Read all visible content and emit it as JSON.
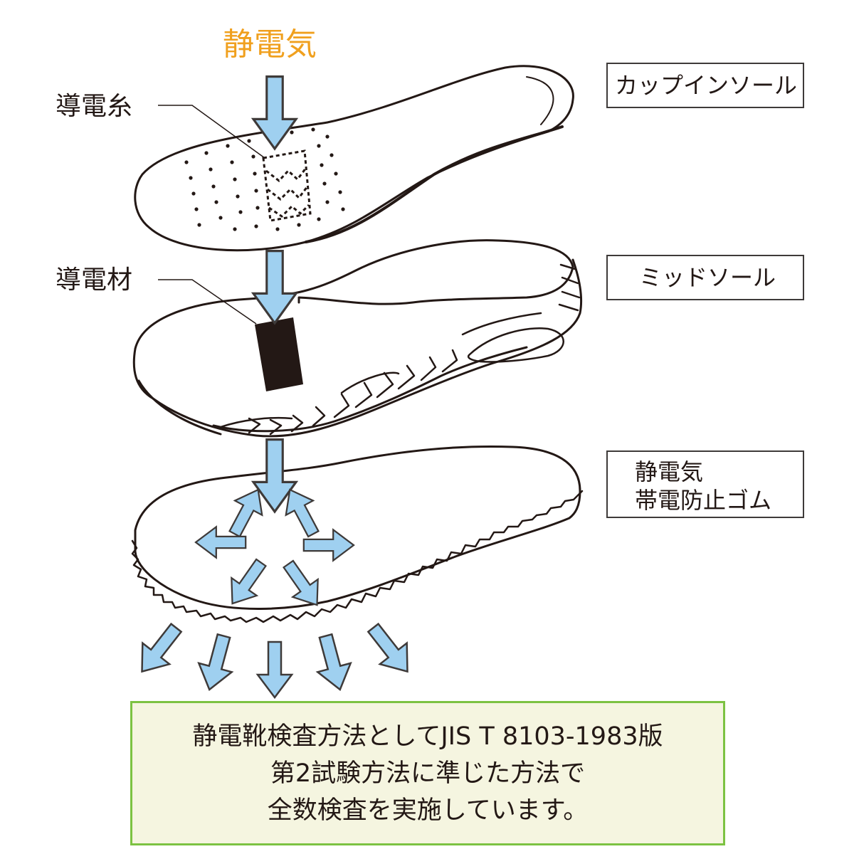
{
  "title": "静電気",
  "callouts": {
    "thread": "導電糸",
    "material": "導電材"
  },
  "layers": {
    "cup_insole": "カップインソール",
    "midsole": "ミッドソール",
    "rubber_line1": "静電気",
    "rubber_line2": "帯電防止ゴム"
  },
  "info": {
    "line1": "静電靴検査方法としてJIS T 8103-1983版",
    "line2": "第2試験方法に準じた方法で",
    "line3": "全数検査を実施しています。"
  },
  "colors": {
    "arrow_fill": "#9fd0f0",
    "arrow_stroke": "#3e3a39",
    "title": "#f0a01e",
    "info_border": "#7cc242",
    "info_background": "#f5f5e0"
  },
  "icons": {
    "arrow": "arrow-icon",
    "conductive_thread": "dotted-zigzag-square",
    "conductive_material": "black-rectangle"
  }
}
